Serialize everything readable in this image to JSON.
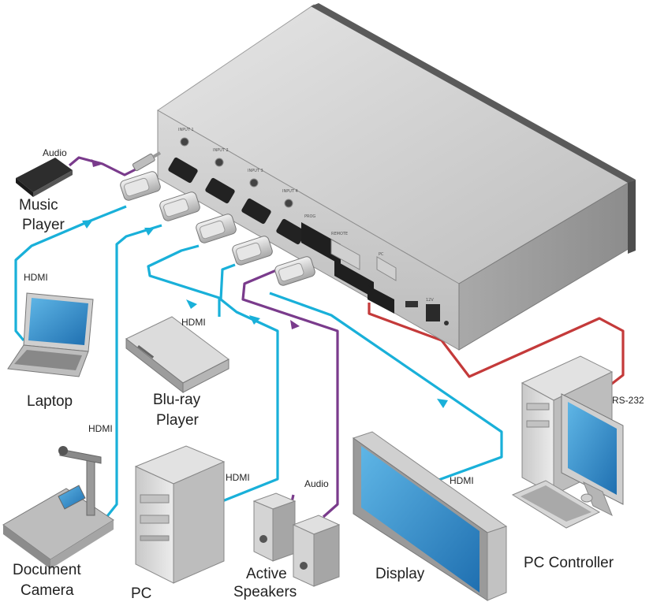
{
  "devices": {
    "music_player": "Music\nPlayer",
    "laptop": "Laptop",
    "bluray": "Blu-ray\nPlayer",
    "doc_camera": "Document\nCamera",
    "pc": "PC",
    "speakers": "Active\nSpeakers",
    "display": "Display",
    "pc_controller": "PC Controller"
  },
  "cables": {
    "audio_music": "Audio",
    "hdmi_laptop": "HDMI",
    "hdmi_bluray": "HDMI",
    "hdmi_doccam": "HDMI",
    "hdmi_pc": "HDMI",
    "audio_speakers": "Audio",
    "hdmi_display": "HDMI",
    "rs232": "RS-232"
  },
  "colors": {
    "hdmi": "#19b0d9",
    "audio": "#7a3b8c",
    "rs232": "#c43a3a"
  }
}
